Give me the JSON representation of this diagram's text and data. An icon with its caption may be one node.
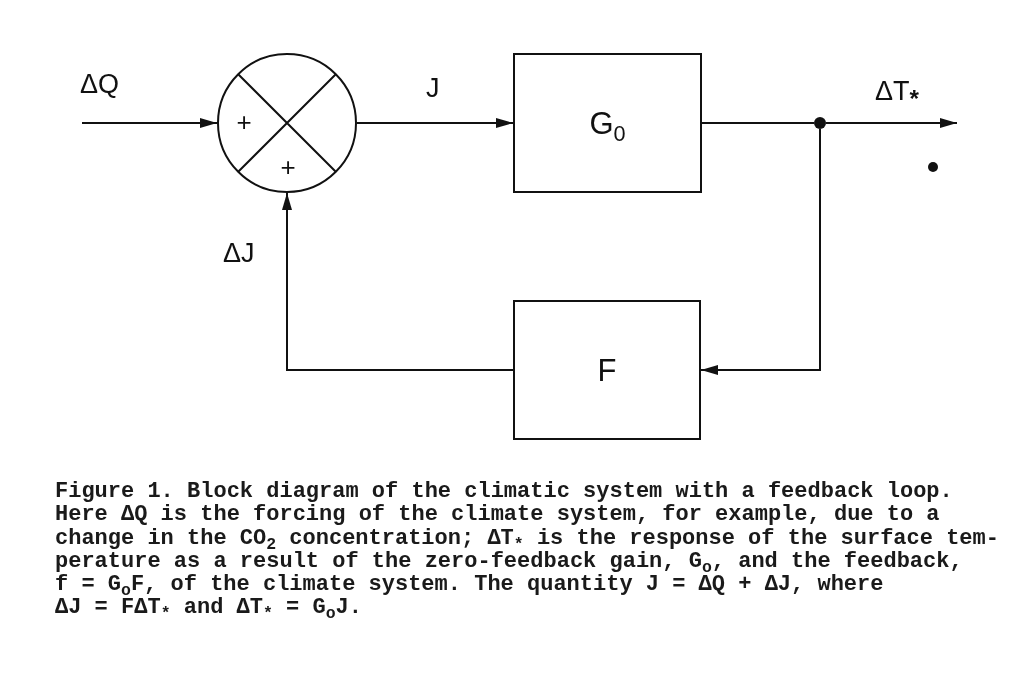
{
  "diagram": {
    "nodes": [
      {
        "text": [
          "+",
          "+"
        ]
      },
      {
        "text": [
          "G$_{0}$"
        ]
      },
      {
        "text": [
          "F"
        ]
      },
      {
        "text": [],
        "shape": "circle"
      }
    ],
    "edges": [
      {
        "from": null,
        "to": 0,
        "arrow": "to",
        "label": "ΔQ"
      },
      {
        "from": 0,
        "to": 1,
        "arrow": "to",
        "label": "J"
      },
      {
        "from": 1,
        "to": 3,
        "arrow": "none"
      },
      {
        "from": 3,
        "to": null,
        "arrow": "to",
        "label": "ΔT$_{*}$"
      },
      {
        "from": 3,
        "to": 2,
        "arrow": "to"
      },
      {
        "from": 2,
        "to": 0,
        "arrow": "to",
        "label": "ΔJ"
      }
    ],
    "caption": "Figure 1. Block diagram of the climatic system with a feedback loop. Here ΔQ is the forcing of the climate system, for example, due to a change in the CO$_{2}$ concentration; ΔT$_{*}$ is the response of the surface tem- perature as a result of the zero-feedback gain, G$_{o}$, and the feedback, f = G$_{o}$F, of the climate system. The quantity J = ΔQ + ΔJ, where ΔJ = FΔT$_{*}$ and ΔT$_{*}$ = G$_{o}$J."
  }
}
